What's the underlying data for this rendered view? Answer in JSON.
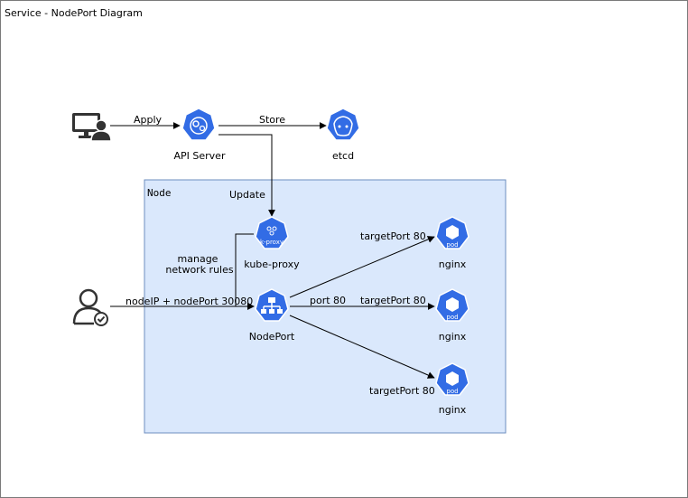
{
  "diagram": {
    "title": "Service - NodePort Diagram",
    "node_region_label": "Node",
    "icons": {
      "admin": "computer-user-icon",
      "client": "user-check-icon",
      "api_server": "kubernetes-api-icon",
      "etcd": "kubernetes-etcd-icon",
      "kube_proxy": "kubernetes-kproxy-icon",
      "nodeport": "kubernetes-service-icon",
      "pod": "kubernetes-pod-icon"
    },
    "nodes": {
      "api_server": "API Server",
      "etcd": "etcd",
      "kube_proxy": "kube-proxy",
      "kube_proxy_badge": "k-proxy",
      "nodeport": "NodePort",
      "pod_badge": "pod",
      "pods": [
        "nginx",
        "nginx",
        "nginx"
      ]
    },
    "edges": {
      "apply": "Apply",
      "store": "Store",
      "update": "Update",
      "manage_line1": "manage",
      "manage_line2": "network rules",
      "client_to_nodeport": "nodeIP + nodePort 30080",
      "port": "port 80",
      "target_top": "targetPort 80",
      "target_mid": "targetPort 80",
      "target_bottom": "targetPort 80"
    },
    "colors": {
      "k8s_blue": "#326CE5",
      "node_fill": "#DAE8FC",
      "node_stroke": "#6C8EBF",
      "icon_dark": "#333333"
    }
  }
}
